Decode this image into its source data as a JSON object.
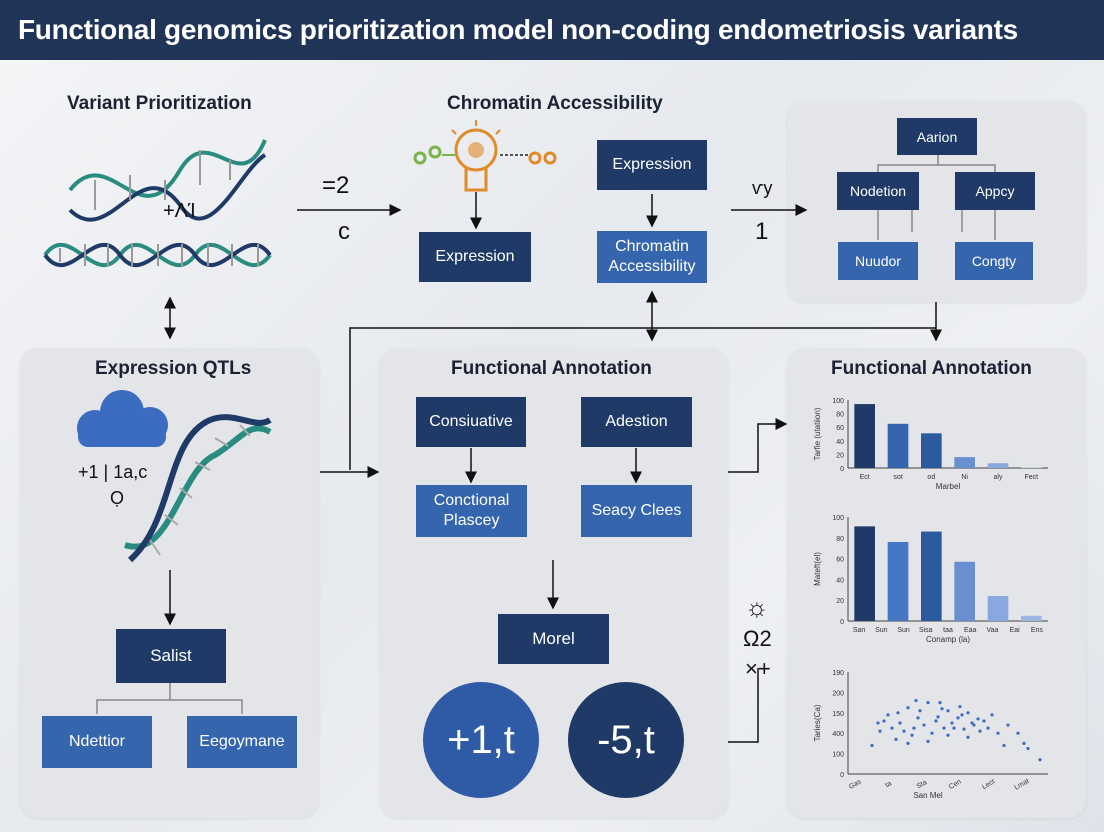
{
  "header": {
    "title": "Functional genomics prioritization model non-coding endometriosis variants"
  },
  "top": {
    "variant_title": "Variant Prioritization",
    "variant_note": "+ΛΊ",
    "arrow1_top": "=2",
    "arrow1_bottom": "c",
    "chromatin_title": "Chromatin Accessibility",
    "expression_a": "Expression",
    "expression_b": "Expression",
    "chromatin_box": "Chromatin Accessibility",
    "arrow2_top": "ѵy",
    "arrow2_bottom": "1"
  },
  "tree": {
    "root": "Aarion",
    "left": "Nodetion",
    "right": "Appcy",
    "bottom_left": "Nuudor",
    "bottom_right": "Congty"
  },
  "eqtl": {
    "title": "Expression QTLs",
    "note": "+1 | 1a,c",
    "box_main": "Salist",
    "box_left": "Ndettior",
    "box_right": "Eegoymane"
  },
  "func": {
    "title": "Functional Annotation",
    "box1": "Consiuative",
    "box2": "Adestion",
    "box3": "Conctional Plascey",
    "box4": "Seacy Clees",
    "model": "Morel",
    "circle1": "+1,t",
    "circle2": "-5,t"
  },
  "side_symbols": {
    "s1": "☼",
    "s2": "Ω2",
    "s3": "×+"
  },
  "charts_panel": {
    "title": "Functional Annotation"
  },
  "chart_data": [
    {
      "type": "bar",
      "ylabel": "Tarfie (utatiion)",
      "xlabel": "Marbel",
      "yticks": [
        "100",
        "80",
        "60",
        "40",
        "20",
        "0"
      ],
      "ylim": [
        0,
        100
      ],
      "categories": [
        "Ect",
        "sot",
        "od",
        "Ni",
        "aly",
        "Fect"
      ],
      "values": [
        94,
        65,
        51,
        16,
        7,
        1
      ],
      "colors": [
        "#1f3a66",
        "#3565ad",
        "#2c5a9e",
        "#6a8fd0",
        "#8aa8e0",
        "#c0cde6"
      ]
    },
    {
      "type": "bar",
      "ylabel": "Mateft(el)",
      "xlabel": "Conamp (la)",
      "yticks": [
        "100",
        "80",
        "60",
        "40",
        "20",
        "0"
      ],
      "ylim": [
        0,
        100
      ],
      "categories": [
        "San",
        "Sun",
        "Sun",
        "Sisa",
        "taa",
        "Eaa",
        "Vaa",
        "Eai",
        "Ens"
      ],
      "values": [
        91,
        76,
        86,
        57,
        24,
        5
      ],
      "colors": [
        "#1f3a66",
        "#4677c4",
        "#2c5a9e",
        "#6a8fd0",
        "#8aa8e0",
        "#9fb6e3"
      ]
    },
    {
      "type": "scatter",
      "ylabel": "Taries(Ca)",
      "xlabel": "San Mel",
      "yticks": [
        "190",
        "200",
        "150",
        "400",
        "100",
        "0"
      ],
      "xticks": [
        "Gas",
        "ta",
        "Sta",
        "Cen",
        "Lect",
        "Lmat"
      ],
      "points": [
        [
          0.12,
          0.72
        ],
        [
          0.18,
          0.48
        ],
        [
          0.22,
          0.55
        ],
        [
          0.25,
          0.4
        ],
        [
          0.28,
          0.58
        ],
        [
          0.3,
          0.35
        ],
        [
          0.32,
          0.62
        ],
        [
          0.35,
          0.45
        ],
        [
          0.38,
          0.52
        ],
        [
          0.4,
          0.3
        ],
        [
          0.42,
          0.6
        ],
        [
          0.45,
          0.44
        ],
        [
          0.48,
          0.55
        ],
        [
          0.5,
          0.38
        ],
        [
          0.52,
          0.5
        ],
        [
          0.55,
          0.45
        ],
        [
          0.58,
          0.56
        ],
        [
          0.6,
          0.4
        ],
        [
          0.62,
          0.5
        ],
        [
          0.65,
          0.46
        ],
        [
          0.7,
          0.55
        ],
        [
          0.72,
          0.42
        ],
        [
          0.8,
          0.52
        ],
        [
          0.85,
          0.6
        ],
        [
          0.9,
          0.75
        ],
        [
          0.96,
          0.86
        ],
        [
          0.15,
          0.5
        ],
        [
          0.2,
          0.42
        ],
        [
          0.26,
          0.5
        ],
        [
          0.33,
          0.55
        ],
        [
          0.36,
          0.38
        ],
        [
          0.44,
          0.48
        ],
        [
          0.47,
          0.36
        ],
        [
          0.53,
          0.55
        ],
        [
          0.57,
          0.42
        ],
        [
          0.63,
          0.52
        ],
        [
          0.68,
          0.48
        ],
        [
          0.75,
          0.6
        ],
        [
          0.88,
          0.7
        ],
        [
          0.24,
          0.66
        ],
        [
          0.3,
          0.7
        ],
        [
          0.4,
          0.68
        ],
        [
          0.5,
          0.62
        ],
        [
          0.6,
          0.64
        ],
        [
          0.16,
          0.58
        ],
        [
          0.34,
          0.28
        ],
        [
          0.46,
          0.3
        ],
        [
          0.56,
          0.34
        ],
        [
          0.66,
          0.58
        ],
        [
          0.78,
          0.72
        ]
      ]
    }
  ]
}
